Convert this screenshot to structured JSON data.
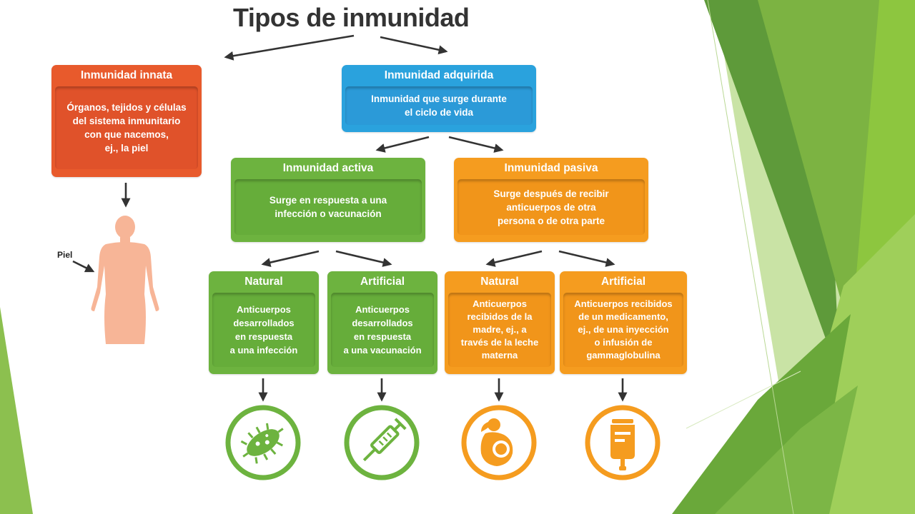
{
  "title": "Tipos de inmunidad",
  "colors": {
    "innate": "#e85a2c",
    "acquired": "#2aa2dd",
    "active": "#6db33f",
    "passive": "#f59c1f",
    "slide_green_light": "#a9d275",
    "slide_green_mid": "#7cb442",
    "slide_green_dark": "#5c9a35"
  },
  "innate": {
    "header": "Inmunidad innata",
    "body": [
      "Órganos, tejidos y células",
      "del sistema inmunitario",
      "con que nacemos,",
      "ej., la piel"
    ],
    "piel_label": "Piel"
  },
  "acquired": {
    "header": "Inmunidad adquirida",
    "body": [
      "Inmunidad que surge durante",
      "el ciclo de vida"
    ]
  },
  "active": {
    "header": "Inmunidad activa",
    "body": [
      "Surge en respuesta a una",
      "infección o vacunación"
    ]
  },
  "passive": {
    "header": "Inmunidad pasiva",
    "body": [
      "Surge después de recibir",
      "anticuerpos de otra",
      "persona o de otra parte"
    ]
  },
  "active_natural": {
    "header": "Natural",
    "body": [
      "Anticuerpos",
      "desarrollados",
      "en respuesta",
      "a una infección"
    ],
    "icon": "bacteria-icon"
  },
  "active_artificial": {
    "header": "Artificial",
    "body": [
      "Anticuerpos",
      "desarrollados",
      "en respuesta",
      "a una vacunación"
    ],
    "icon": "syringe-icon"
  },
  "passive_natural": {
    "header": "Natural",
    "body": [
      "Anticuerpos",
      "recibidos de la",
      "madre, ej., a",
      "través de la leche",
      "materna"
    ],
    "icon": "breastfeeding-icon"
  },
  "passive_artificial": {
    "header": "Artificial",
    "body": [
      "Anticuerpos recibidos",
      "de un medicamento,",
      "ej., de una inyección",
      "o infusión de",
      "gammaglobulina"
    ],
    "icon": "iv-bag-icon"
  }
}
